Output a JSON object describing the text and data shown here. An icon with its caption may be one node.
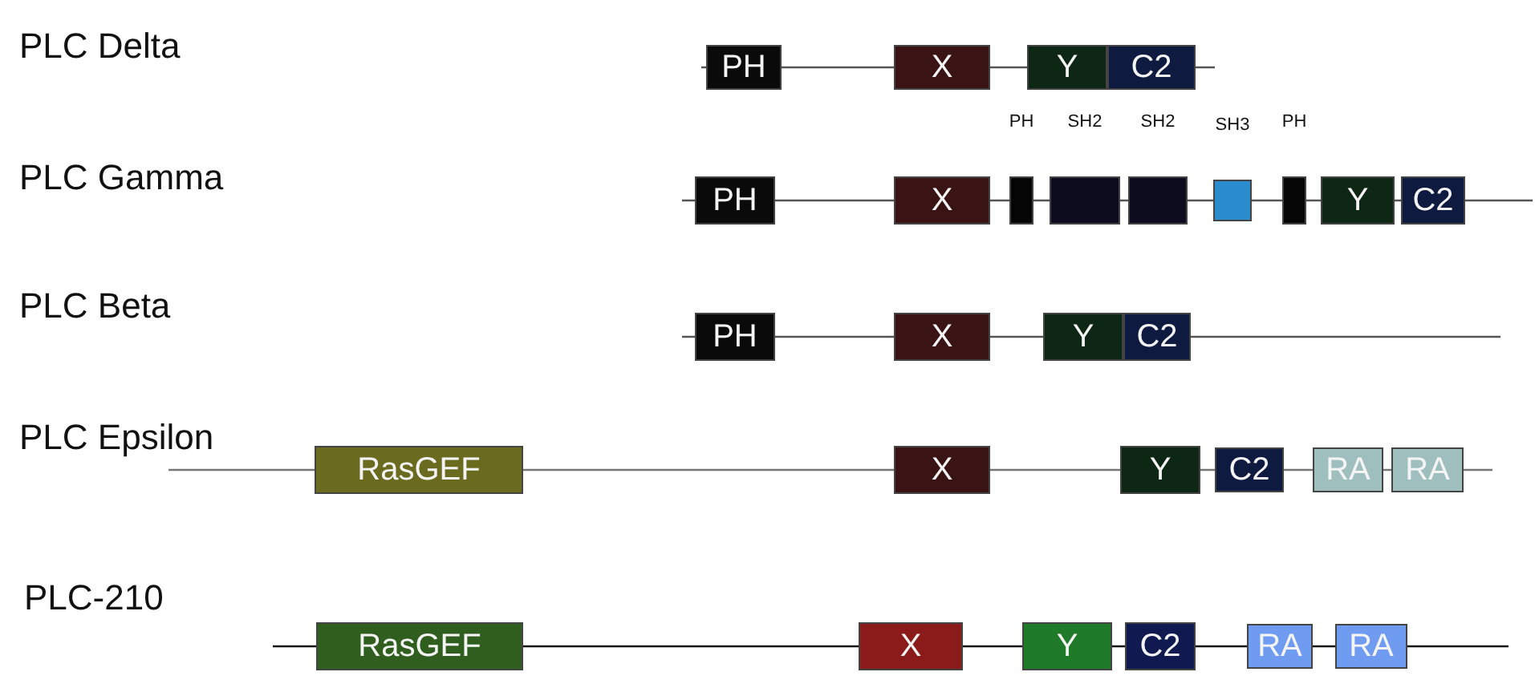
{
  "diagram": {
    "nodes": [
      {
        "text": [
          "PH"
        ]
      },
      {
        "text": [
          "X"
        ]
      },
      {
        "text": [
          "Y"
        ]
      },
      {
        "text": [
          "C2"
        ]
      },
      {
        "text": [
          "PH"
        ]
      },
      {
        "text": [
          "X"
        ]
      },
      {
        "text": [
          "PH"
        ]
      },
      {
        "text": [
          "SH2"
        ]
      },
      {
        "text": [
          "SH2"
        ]
      },
      {
        "text": [
          "SH3"
        ]
      },
      {
        "text": [
          "PH"
        ]
      },
      {
        "text": [
          "Y"
        ]
      },
      {
        "text": [
          "C2"
        ]
      },
      {
        "text": [
          "PH"
        ]
      },
      {
        "text": [
          "X"
        ]
      },
      {
        "text": [
          "Y"
        ]
      },
      {
        "text": [
          "C2"
        ]
      },
      {
        "text": [
          "RasGEF"
        ]
      },
      {
        "text": [
          "X"
        ]
      },
      {
        "text": [
          "Y"
        ]
      },
      {
        "text": [
          "C2"
        ]
      },
      {
        "text": [
          "RA"
        ]
      },
      {
        "text": [
          "RA"
        ]
      },
      {
        "text": [
          "RasGEF"
        ]
      },
      {
        "text": [
          "X"
        ]
      },
      {
        "text": [
          "Y"
        ]
      },
      {
        "text": [
          "C2"
        ]
      },
      {
        "text": [
          "RA"
        ]
      },
      {
        "text": [
          "RA"
        ]
      }
    ],
    "labels": [
      "PLC Delta",
      "PLC Gamma",
      "PLC Beta",
      "PLC Epsilon",
      "PLC-210"
    ]
  }
}
